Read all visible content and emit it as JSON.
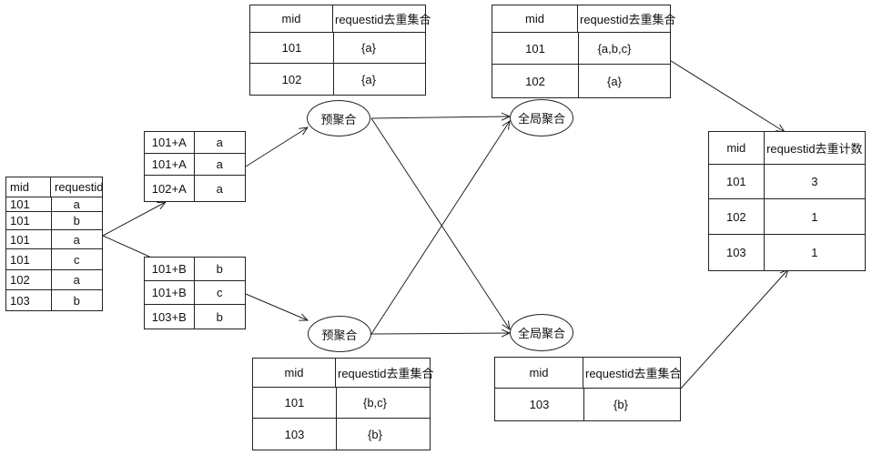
{
  "source_table": {
    "headers": [
      "mid",
      "requestid"
    ],
    "rows": [
      [
        "101",
        "a"
      ],
      [
        "101",
        "b"
      ],
      [
        "101",
        "a"
      ],
      [
        "101",
        "c"
      ],
      [
        "102",
        "a"
      ],
      [
        "103",
        "b"
      ]
    ]
  },
  "partition_a": {
    "rows": [
      [
        "101+A",
        "a"
      ],
      [
        "101+A",
        "a"
      ],
      [
        "102+A",
        "a"
      ]
    ]
  },
  "partition_b": {
    "rows": [
      [
        "101+B",
        "b"
      ],
      [
        "101+B",
        "c"
      ],
      [
        "103+B",
        "b"
      ]
    ]
  },
  "pre_agg_top": {
    "label": "预聚合",
    "headers": [
      "mid",
      "requestid去重集合"
    ],
    "rows": [
      [
        "101",
        "{a}"
      ],
      [
        "102",
        "{a}"
      ]
    ]
  },
  "pre_agg_bottom": {
    "label": "预聚合",
    "headers": [
      "mid",
      "requestid去重集合"
    ],
    "rows": [
      [
        "101",
        "{b,c}"
      ],
      [
        "103",
        "{b}"
      ]
    ]
  },
  "global_agg_top": {
    "label": "全局聚合",
    "headers": [
      "mid",
      "requestid去重集合"
    ],
    "rows": [
      [
        "101",
        "{a,b,c}"
      ],
      [
        "102",
        "{a}"
      ]
    ]
  },
  "global_agg_bottom": {
    "label": "全局聚合",
    "headers": [
      "mid",
      "requestid去重集合"
    ],
    "rows": [
      [
        "103",
        "{b}"
      ]
    ]
  },
  "result_table": {
    "headers": [
      "mid",
      "requestid去重计数"
    ],
    "rows": [
      [
        "101",
        "3"
      ],
      [
        "102",
        "1"
      ],
      [
        "103",
        "1"
      ]
    ]
  }
}
